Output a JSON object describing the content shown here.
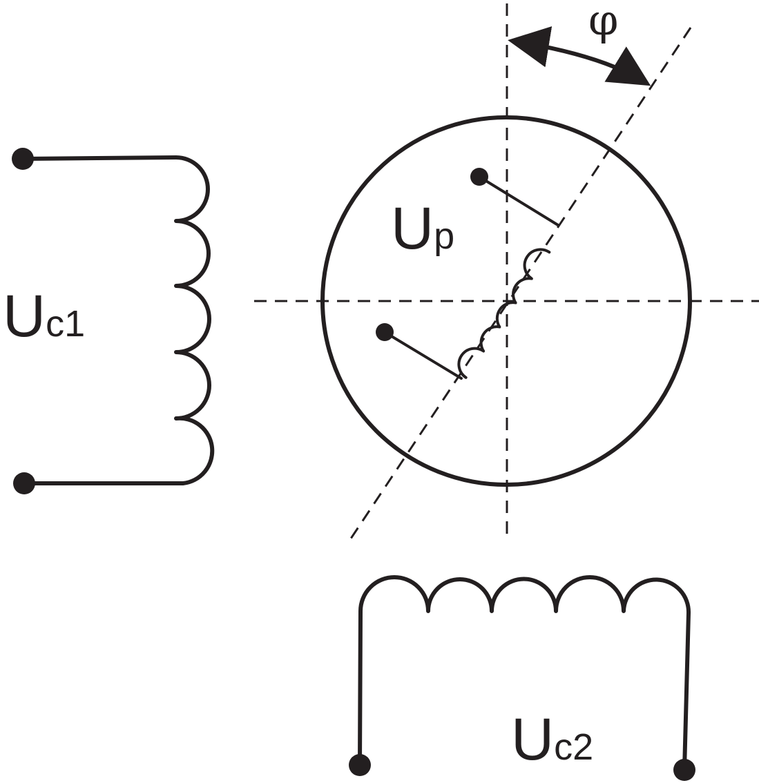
{
  "labels": {
    "rotor_main": "U",
    "rotor_sub": "p",
    "stator1_main": "U",
    "stator1_sub": "c1",
    "stator2_main": "U",
    "stator2_sub": "c2",
    "angle": "φ"
  },
  "colors": {
    "ink": "#231f20",
    "background": "#ffffff"
  }
}
